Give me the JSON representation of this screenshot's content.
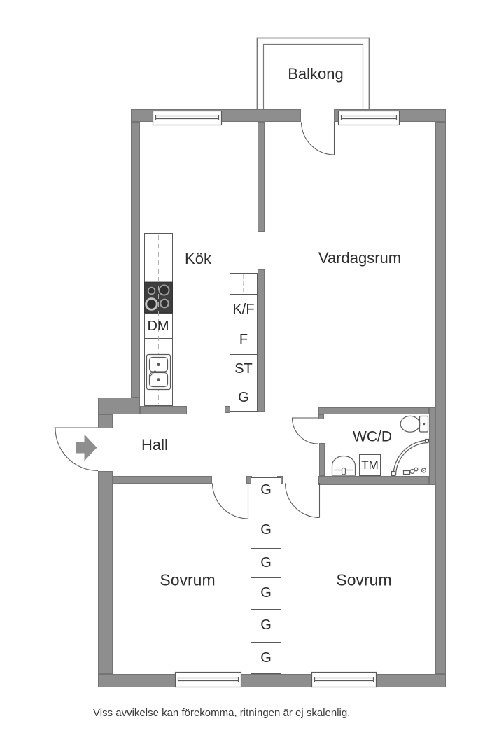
{
  "colors": {
    "wall": "#8e8e8e",
    "wall-outline": "#6e6e6e",
    "line": "#5a5a5a",
    "stove": "#3e3e3e",
    "text": "#2d2d2d"
  },
  "rooms": {
    "balcony": "Balkong",
    "kitchen": "Kök",
    "living_room": "Vardagsrum",
    "hall": "Hall",
    "bathroom": "WC/D",
    "bedroom_left": "Sovrum",
    "bedroom_right": "Sovrum"
  },
  "appliances": {
    "dishwasher": "DM",
    "washing_machine": "TM"
  },
  "closets": {
    "kitchen_column": {
      "cells": [
        "",
        "K/F",
        "F",
        "ST",
        "G"
      ]
    },
    "bedroom_column": {
      "cells": [
        "G",
        "",
        "G",
        "G",
        "G",
        "G",
        "G"
      ]
    }
  },
  "footer": {
    "disclaimer": "Viss avvikelse kan förekomma, ritningen är ej skalenlig."
  }
}
